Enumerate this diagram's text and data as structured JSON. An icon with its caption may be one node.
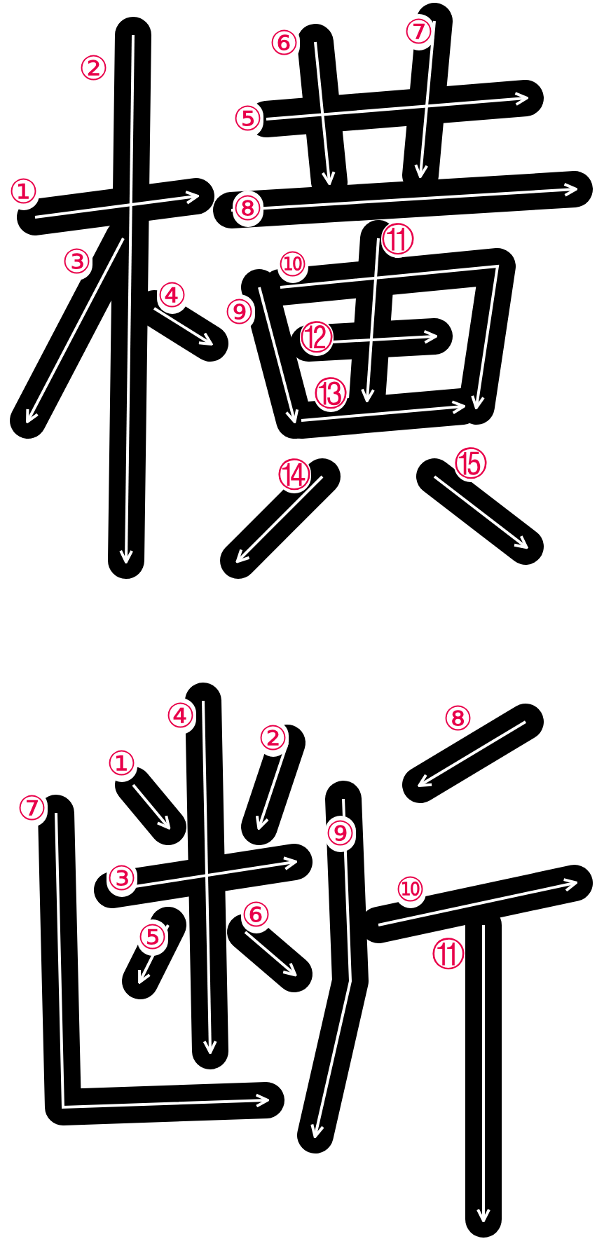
{
  "diagram": {
    "labels": [
      "①",
      "②",
      "③",
      "④",
      "⑤",
      "⑥",
      "⑦",
      "⑧",
      "⑨",
      "⑩",
      "⑪",
      "⑫",
      "⑬",
      "⑭",
      "⑮",
      "①",
      "②",
      "③",
      "④",
      "⑤",
      "⑥",
      "⑦",
      "⑧",
      "⑨",
      "⑩",
      "⑪"
    ]
  }
}
